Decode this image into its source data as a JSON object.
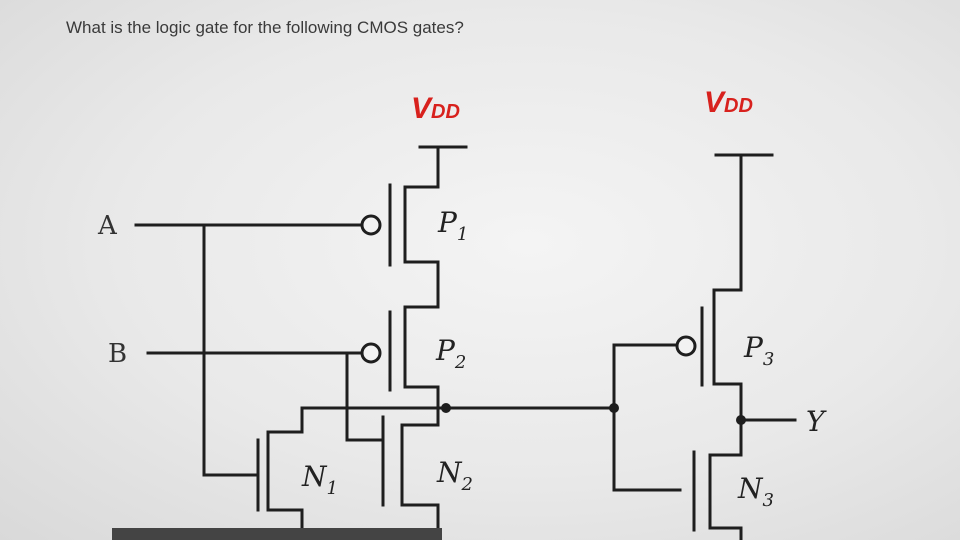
{
  "question": "What is the logic gate for the following CMOS gates?",
  "supplies": [
    {
      "main": "V",
      "sub": "DD"
    },
    {
      "main": "V",
      "sub": "DD"
    }
  ],
  "inputs": [
    "A",
    "B"
  ],
  "output": "Y",
  "transistors": [
    {
      "letter": "P",
      "index": "1"
    },
    {
      "letter": "P",
      "index": "2"
    },
    {
      "letter": "N",
      "index": "1"
    },
    {
      "letter": "N",
      "index": "2"
    },
    {
      "letter": "P",
      "index": "3"
    },
    {
      "letter": "N",
      "index": "3"
    }
  ],
  "colors": {
    "supply_label": "#d8211d",
    "wire": "#1e1e1e"
  }
}
